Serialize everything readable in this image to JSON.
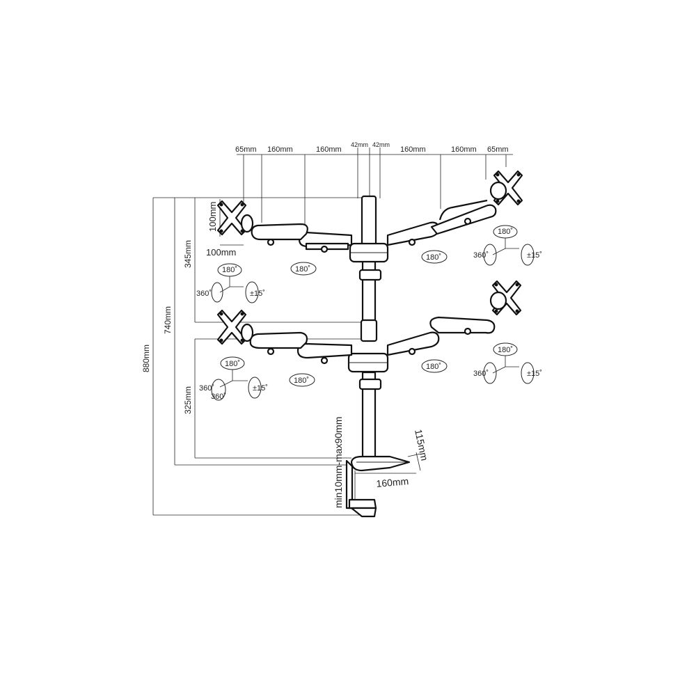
{
  "dimensions": {
    "top_w1": "65mm",
    "top_w2": "160mm",
    "top_w3": "160mm",
    "top_w4": "42mm",
    "top_w5": "42mm",
    "top_w6": "160mm",
    "top_w7": "160mm",
    "top_w8": "65mm",
    "vesa_h": "100mm",
    "vesa_w": "100mm",
    "h_345": "345mm",
    "h_740": "740mm",
    "h_880": "880mm",
    "h_325": "325mm",
    "clamp_range": "min10mm-max90mm",
    "base_depth": "115mm",
    "base_width": "160mm"
  },
  "rotation": {
    "tilt": "180˚",
    "swivel": "360˚",
    "pivot": "±15˚",
    "arm_swivel": "180˚"
  }
}
